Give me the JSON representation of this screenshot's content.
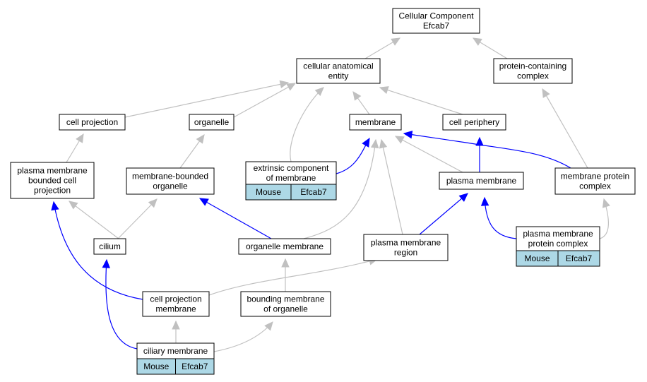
{
  "colors": {
    "is_a": "#c0c0c0",
    "part_of": "#0000ff",
    "annotation_fill": "#add8e6"
  },
  "nodes": [
    {
      "id": "cc",
      "lines": [
        "Cellular Component",
        "Efcab7"
      ]
    },
    {
      "id": "cae",
      "lines": [
        "cellular anatomical",
        "entity"
      ]
    },
    {
      "id": "pcc",
      "lines": [
        "protein-containing",
        "complex"
      ]
    },
    {
      "id": "cproj",
      "lines": [
        "cell projection"
      ]
    },
    {
      "id": "org",
      "lines": [
        "organelle"
      ]
    },
    {
      "id": "mem",
      "lines": [
        "membrane"
      ]
    },
    {
      "id": "cper",
      "lines": [
        "cell periphery"
      ]
    },
    {
      "id": "pmbcp",
      "lines": [
        "plasma membrane",
        "bounded cell",
        "projection"
      ]
    },
    {
      "id": "mbo",
      "lines": [
        "membrane-bounded",
        "organelle"
      ]
    },
    {
      "id": "ecm",
      "lines": [
        "extrinsic component",
        "of membrane"
      ],
      "annotation": [
        "Mouse",
        "Efcab7"
      ]
    },
    {
      "id": "pm",
      "lines": [
        "plasma membrane"
      ]
    },
    {
      "id": "mpc",
      "lines": [
        "membrane protein",
        "complex"
      ]
    },
    {
      "id": "cil",
      "lines": [
        "cilium"
      ]
    },
    {
      "id": "orgm",
      "lines": [
        "organelle membrane"
      ]
    },
    {
      "id": "pmr",
      "lines": [
        "plasma membrane",
        "region"
      ]
    },
    {
      "id": "pmpc",
      "lines": [
        "plasma membrane",
        "protein complex"
      ],
      "annotation": [
        "Mouse",
        "Efcab7"
      ]
    },
    {
      "id": "cpm",
      "lines": [
        "cell projection",
        "membrane"
      ]
    },
    {
      "id": "bmo",
      "lines": [
        "bounding membrane",
        "of organelle"
      ]
    },
    {
      "id": "cilm",
      "lines": [
        "ciliary membrane"
      ],
      "annotation": [
        "Mouse",
        "Efcab7"
      ]
    }
  ],
  "edges": [
    {
      "from": "cae",
      "to": "cc",
      "type": "is_a"
    },
    {
      "from": "pcc",
      "to": "cc",
      "type": "is_a"
    },
    {
      "from": "cproj",
      "to": "cae",
      "type": "is_a"
    },
    {
      "from": "org",
      "to": "cae",
      "type": "is_a"
    },
    {
      "from": "ecm",
      "to": "cae",
      "type": "is_a"
    },
    {
      "from": "mem",
      "to": "cae",
      "type": "is_a"
    },
    {
      "from": "cper",
      "to": "cae",
      "type": "is_a"
    },
    {
      "from": "pmbcp",
      "to": "cproj",
      "type": "is_a"
    },
    {
      "from": "mbo",
      "to": "org",
      "type": "is_a"
    },
    {
      "from": "ecm",
      "to": "mem",
      "type": "part_of"
    },
    {
      "from": "pm",
      "to": "mem",
      "type": "is_a"
    },
    {
      "from": "mpc",
      "to": "mem",
      "type": "part_of"
    },
    {
      "from": "orgm",
      "to": "mem",
      "type": "is_a"
    },
    {
      "from": "pmr",
      "to": "mem",
      "type": "is_a"
    },
    {
      "from": "pm",
      "to": "cper",
      "type": "part_of"
    },
    {
      "from": "mpc",
      "to": "pcc",
      "type": "is_a"
    },
    {
      "from": "cil",
      "to": "pmbcp",
      "type": "is_a"
    },
    {
      "from": "cil",
      "to": "mbo",
      "type": "is_a"
    },
    {
      "from": "orgm",
      "to": "mbo",
      "type": "part_of"
    },
    {
      "from": "pmr",
      "to": "pm",
      "type": "part_of"
    },
    {
      "from": "pmpc",
      "to": "pm",
      "type": "part_of"
    },
    {
      "from": "pmpc",
      "to": "mpc",
      "type": "is_a"
    },
    {
      "from": "cpm",
      "to": "pmbcp",
      "type": "part_of"
    },
    {
      "from": "cpm",
      "to": "pmr",
      "type": "is_a"
    },
    {
      "from": "cilm",
      "to": "cil",
      "type": "part_of"
    },
    {
      "from": "cilm",
      "to": "cpm",
      "type": "is_a"
    },
    {
      "from": "cilm",
      "to": "bmo",
      "type": "is_a"
    },
    {
      "from": "bmo",
      "to": "orgm",
      "type": "is_a"
    }
  ]
}
